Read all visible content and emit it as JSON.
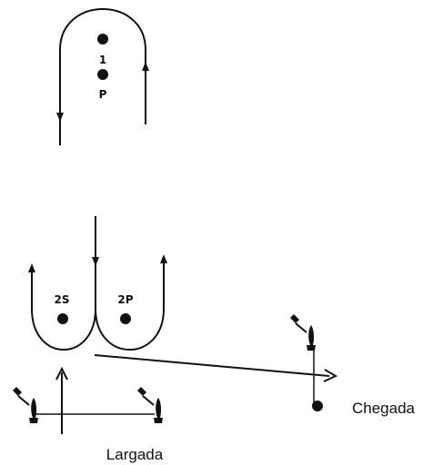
{
  "colors": {
    "ink": "#111111",
    "background": "#ffffff"
  },
  "marks": {
    "mark_1": "1",
    "mark_p": "P",
    "mark_2s": "2S",
    "mark_2p": "2P"
  },
  "captions": {
    "start": "Largada",
    "finish": "Chegada"
  },
  "icons": {
    "committee_boat": "boat-with-flag-icon",
    "pin_boat": "boat-with-flag-icon",
    "finish_boat": "boat-with-flag-icon",
    "buoy": "filled-circle-icon"
  }
}
